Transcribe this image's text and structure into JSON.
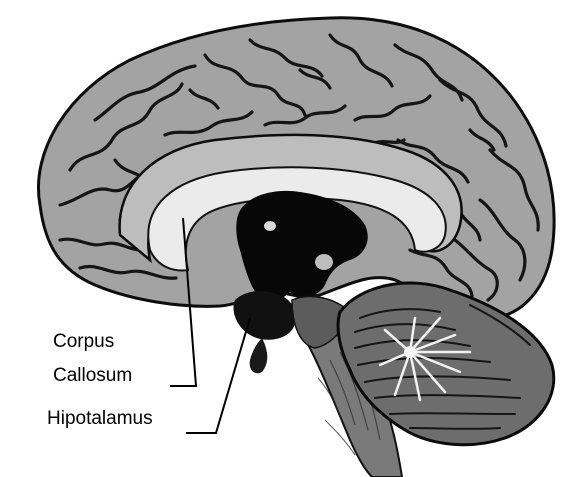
{
  "labels": {
    "corpus_callosum_line1": "Corpus",
    "corpus_callosum_line2": "Callosum",
    "hypothalamus": "Hipotalamus"
  },
  "colors": {
    "background": "#ffffff",
    "cortex": "#9d9d9d",
    "sulcus": "#1a1a1a",
    "corpus_callosum": "#e4e4e4",
    "deep_structures": "#0a0a0a",
    "cerebellum": "#6e6e6e",
    "leader_line": "#000000"
  },
  "image": {
    "subject": "brain-sagittal-section-illustration"
  }
}
